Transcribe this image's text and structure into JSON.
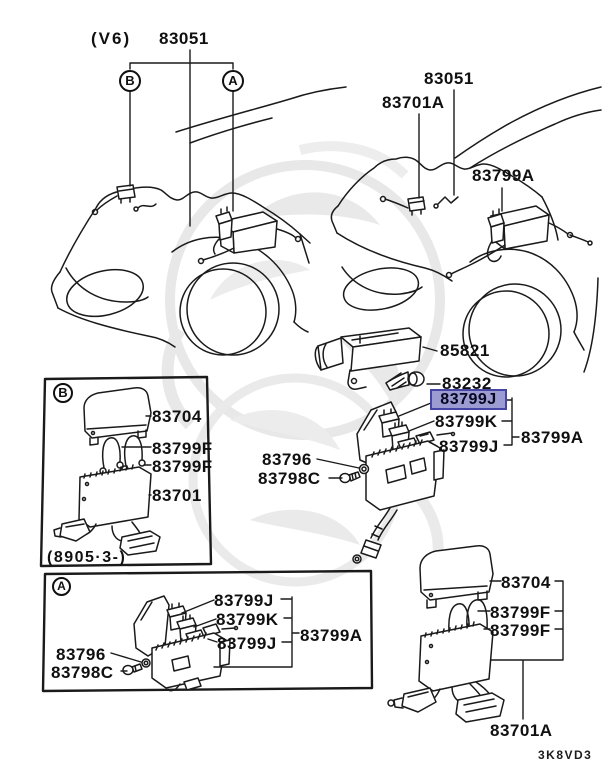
{
  "page": {
    "bg": "#ffffff",
    "line_color": "#1a1a1a",
    "highlight_bg": "#9c9cd2",
    "highlight_border": "#4545a6",
    "footer_code": "3K8VD3"
  },
  "top_left_view": {
    "variant": "(V6)",
    "part_83051": "83051",
    "callout_b": "B",
    "callout_a": "A"
  },
  "top_right_view": {
    "part_83051": "83051",
    "part_83701a": "83701A",
    "part_83799a": "83799A"
  },
  "center_detail": {
    "part_85821": "85821",
    "part_83232": "83232",
    "part_83799j_highlighted": "83799J",
    "part_83799k": "83799K",
    "part_83799j": "83799J",
    "group_83799a": "83799A",
    "part_83796": "83796",
    "part_83798c": "83798C"
  },
  "inset_b": {
    "callout": "B",
    "part_83704": "83704",
    "part_83799f_1": "83799F",
    "part_83799f_2": "83799F",
    "part_83701": "83701",
    "date_code": "(8905·3-)"
  },
  "inset_a": {
    "callout": "A",
    "part_83799j_1": "83799J",
    "part_83799k": "83799K",
    "part_83799j_2": "83799J",
    "group_83799a": "83799A",
    "part_83796": "83796",
    "part_83798c": "83798C"
  },
  "bottom_right_detail": {
    "part_83704": "83704",
    "part_83799f_1": "83799F",
    "part_83799f_2": "83799F",
    "part_83701a": "83701A"
  }
}
